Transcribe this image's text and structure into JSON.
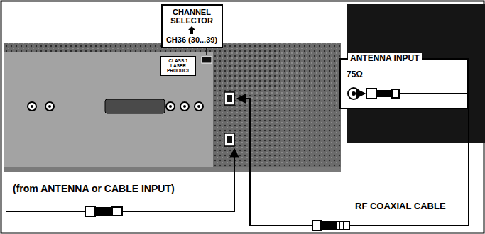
{
  "diagram": {
    "nodes": [
      {
        "text": [
          "CHANNEL SELECTOR",
          "CH36 (30...39)"
        ]
      },
      {
        "text": [
          "CLASS 1 LASER PRODUCT"
        ]
      },
      {
        "text": [
          "ANTENNA INPUT",
          "75Ω"
        ]
      }
    ],
    "labels": [
      "(from ANTENNA or CABLE INPUT)",
      "RF COAXIAL CABLE"
    ]
  }
}
